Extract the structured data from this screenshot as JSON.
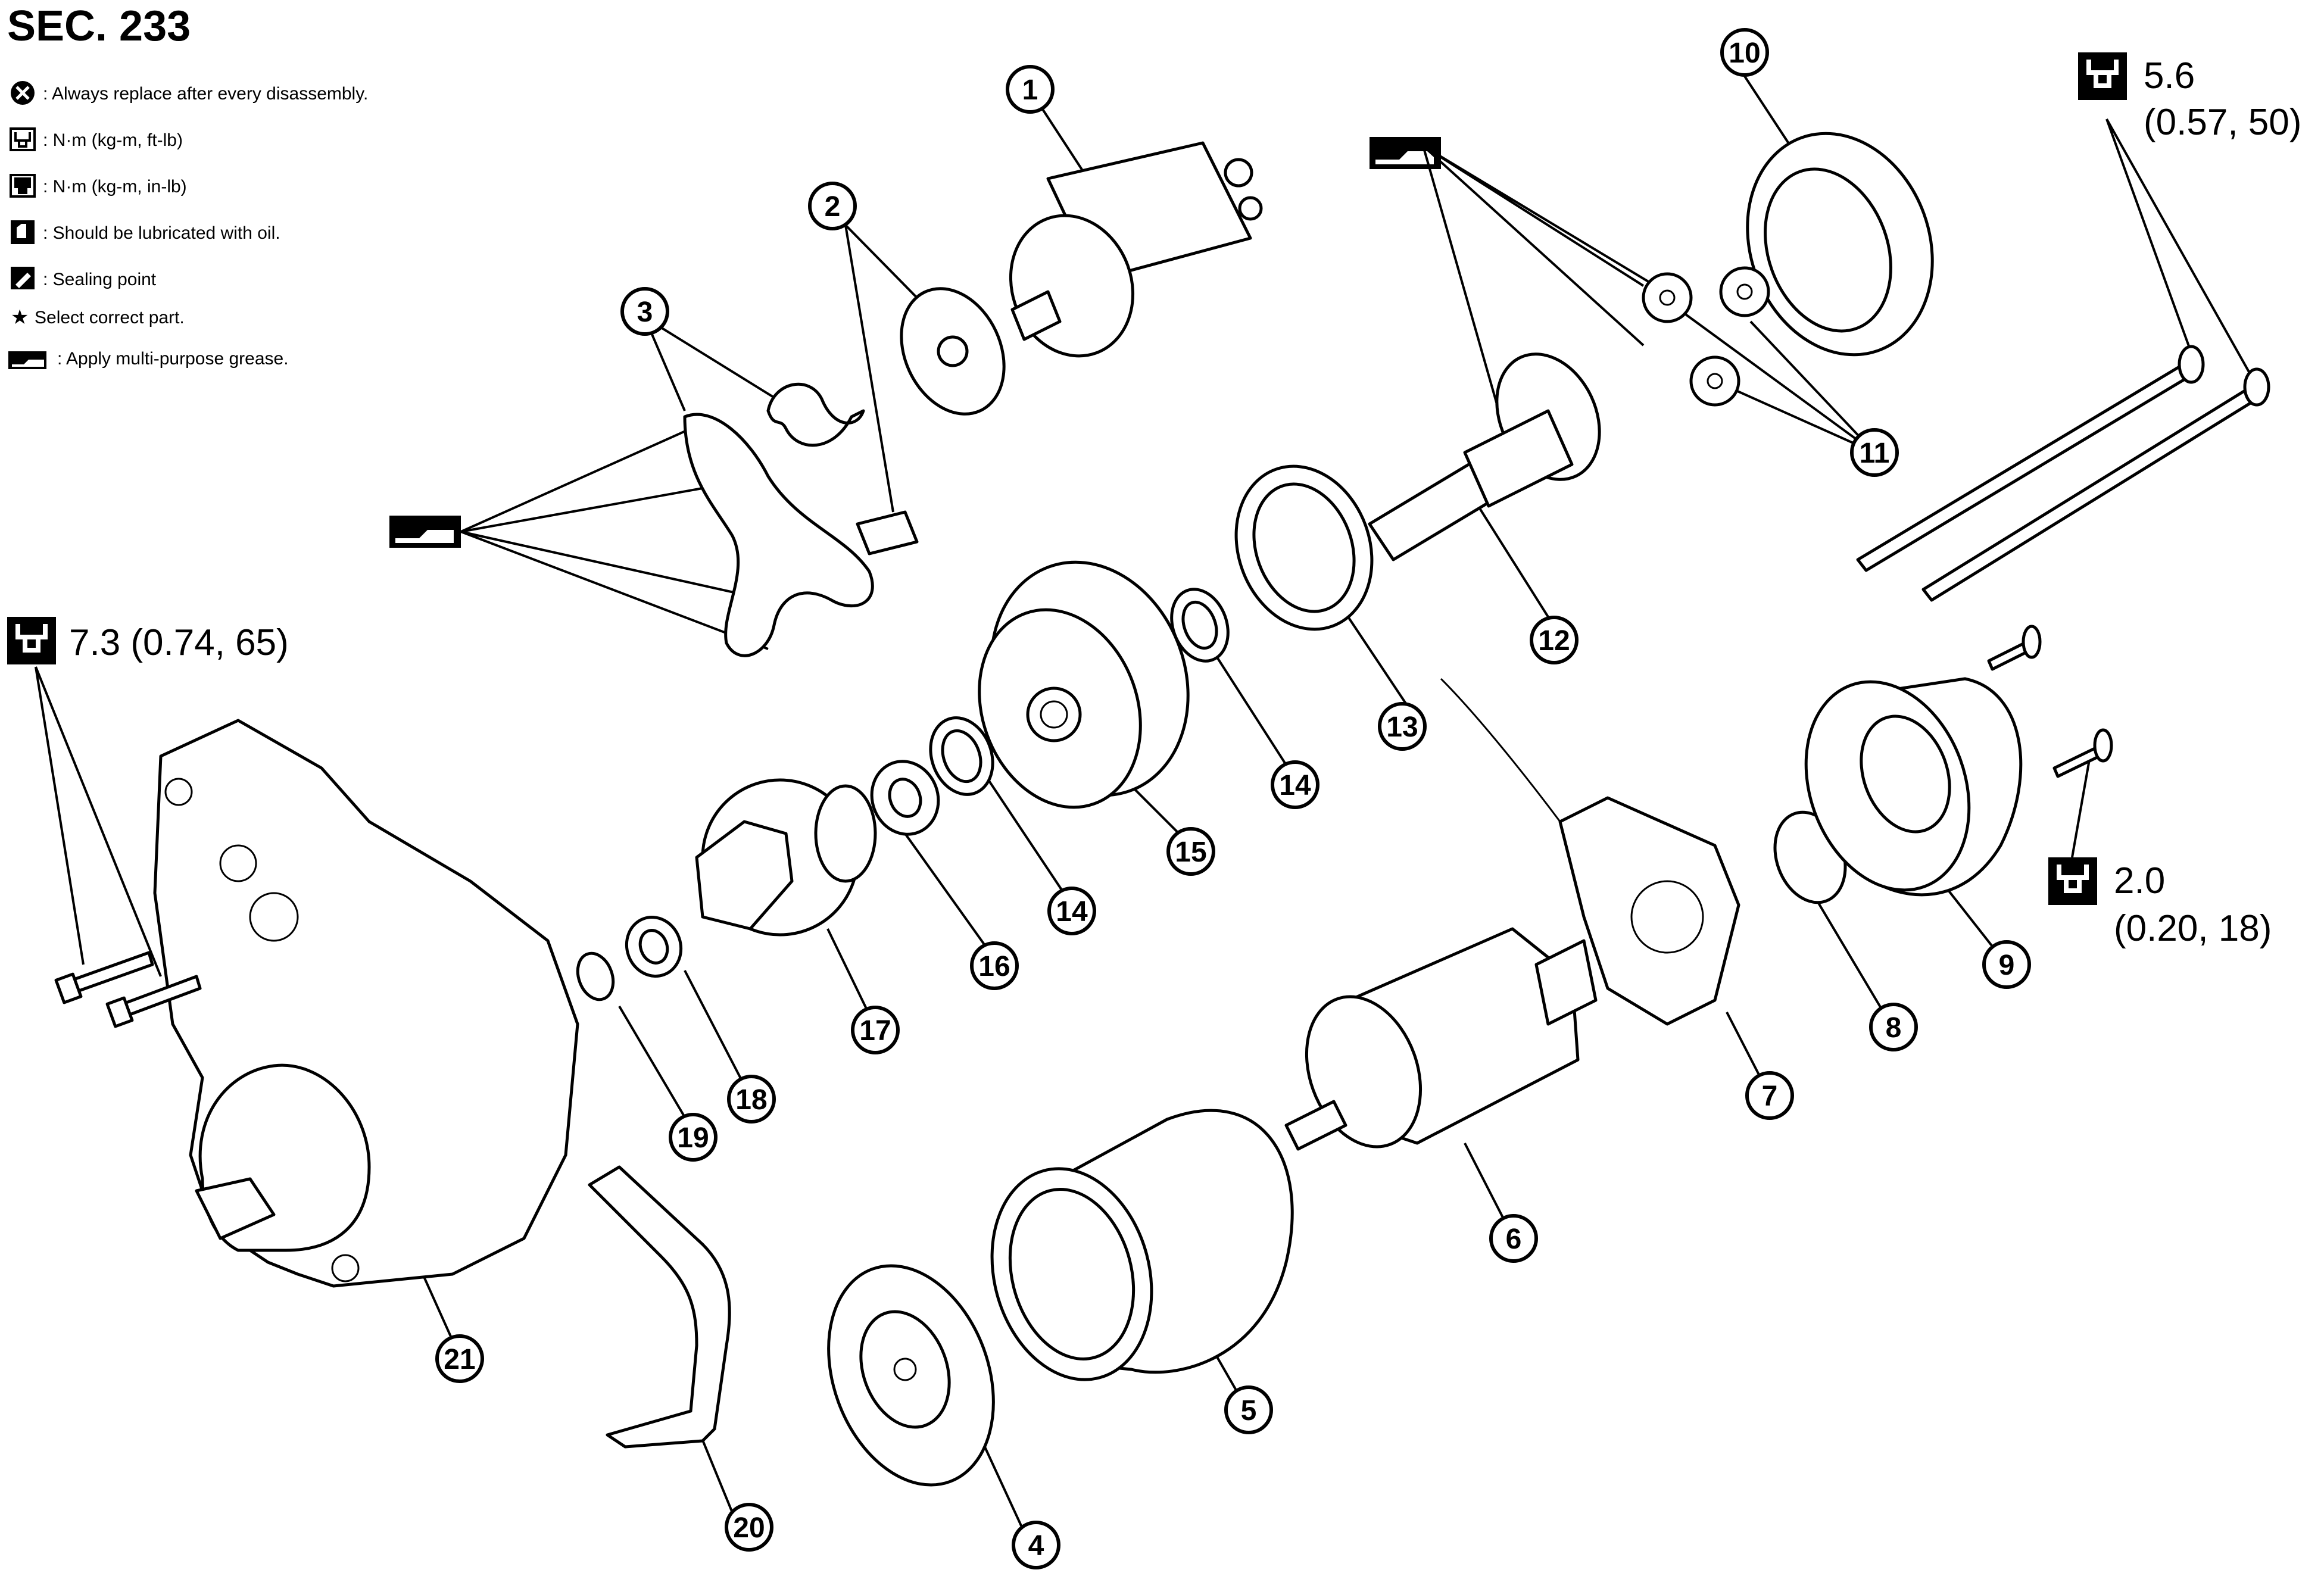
{
  "section_title": "SEC. 233",
  "legend": {
    "items": [
      {
        "icon": "replace-icon",
        "text": ": Always replace after every disassembly."
      },
      {
        "icon": "torque-ftlb-icon",
        "text": ": N·m (kg-m, ft-lb)"
      },
      {
        "icon": "torque-inlb-icon",
        "text": ": N·m (kg-m, in-lb)"
      },
      {
        "icon": "oil-icon",
        "text": ": Should be lubricated with oil."
      },
      {
        "icon": "sealing-icon",
        "text": ": Sealing point"
      },
      {
        "icon": "star-icon",
        "text": "Select correct part."
      },
      {
        "icon": "grease-icon",
        "text": ": Apply multi-purpose grease."
      }
    ]
  },
  "torques": {
    "t1": {
      "line1": "5.6",
      "line2": "(0.57, 50)"
    },
    "t2": {
      "line1": "7.3 (0.74, 65)"
    },
    "t3": {
      "line1": "2.0",
      "line2": "(0.20, 18)"
    }
  },
  "callouts": [
    "1",
    "2",
    "3",
    "4",
    "5",
    "6",
    "7",
    "8",
    "9",
    "10",
    "11",
    "12",
    "13",
    "14",
    "14",
    "15",
    "16",
    "17",
    "18",
    "19",
    "20",
    "21"
  ]
}
